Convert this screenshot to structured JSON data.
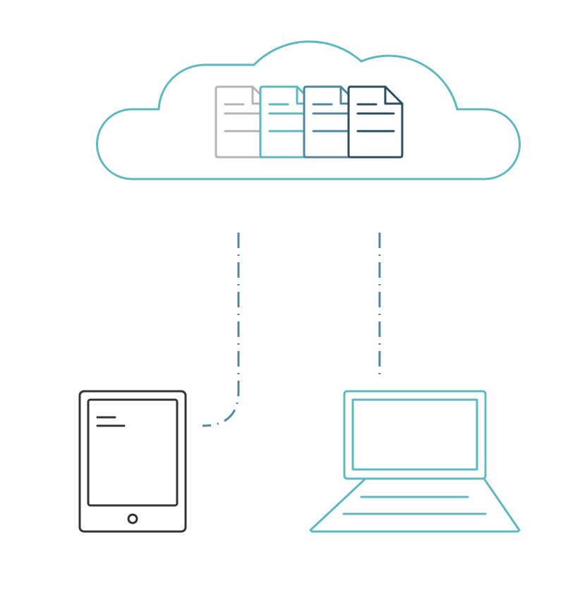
{
  "colors": {
    "cloud": "#5db8c0",
    "doc_gray": "#b5b5b5",
    "doc_teal": "#5db8c0",
    "doc_blue": "#4f87a0",
    "doc_dark": "#2d4e5c",
    "connector": "#4f87a0",
    "tablet": "#333333",
    "laptop": "#5db8c0"
  },
  "documents": [
    "doc_gray",
    "doc_teal",
    "doc_blue",
    "doc_dark"
  ]
}
